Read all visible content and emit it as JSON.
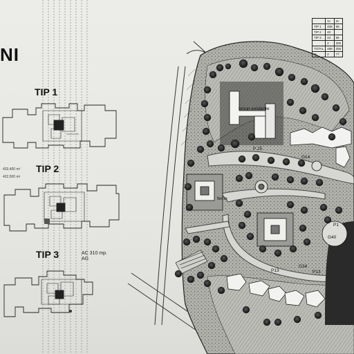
{
  "sheet": {
    "title_fragment": "NI",
    "types": [
      {
        "label": "TIP 1"
      },
      {
        "label": "TIP 2",
        "areas": [
          "433,400 m²",
          "422,500 m²"
        ]
      },
      {
        "label": "TIP 3",
        "note_line1": "AC 310 mp.",
        "note_line2": "AG"
      }
    ]
  },
  "table": {
    "header": [
      "",
      "1c",
      "2c"
    ],
    "rows": [
      [
        "TIP 1",
        "408",
        "59"
      ],
      [
        "TIP 2",
        "40",
        ""
      ],
      [
        "TIP 3",
        "44",
        "66"
      ],
      [
        "",
        "2",
        "200"
      ],
      [
        "TOTAL",
        "498",
        "256"
      ],
      [
        "%",
        "2",
        "77"
      ]
    ]
  },
  "map_labels": {
    "existing_building": "brnun existente",
    "parking": "P 25",
    "p13a": "P13",
    "g34": "G34",
    "p13b": "P13",
    "g40": "G40",
    "g14": "G14",
    "p1": "P1",
    "ferne": "ferne"
  }
}
